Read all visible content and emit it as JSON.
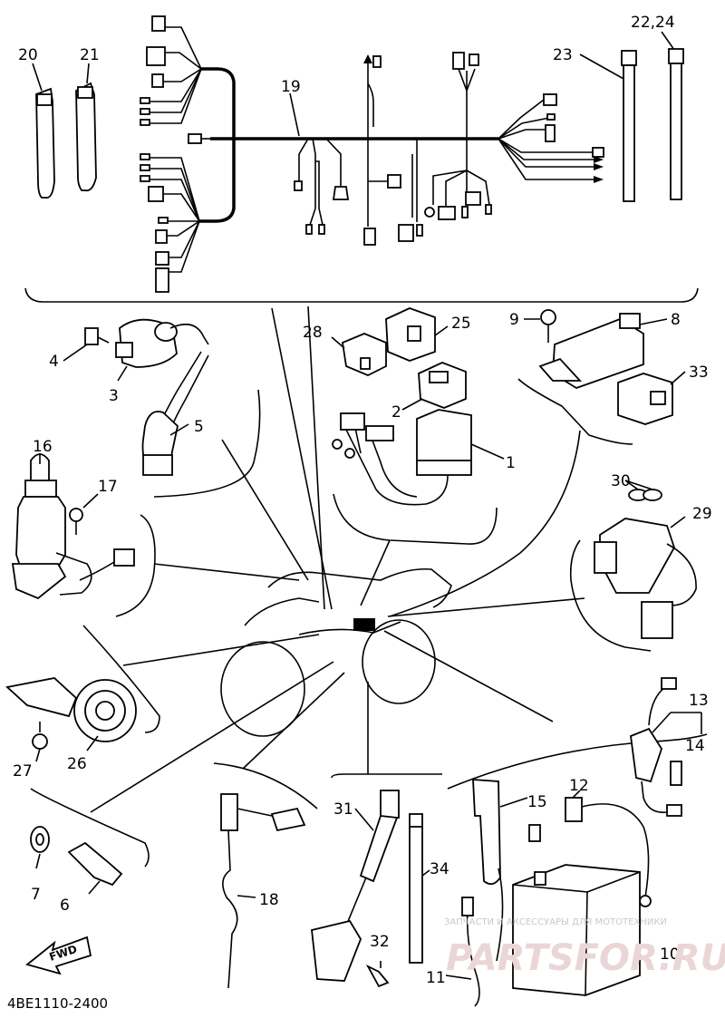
{
  "diagram": {
    "code": "4BE1110-2400",
    "fwd_label": "FWD",
    "watermark": {
      "top": "ЗАПЧАСТИ И АКСЕССУАРЫ ДЛЯ МОТОТЕХНИКИ",
      "brand": "PARTSFOR.RU"
    },
    "callouts": {
      "c1": "1",
      "c2": "2",
      "c3": "3",
      "c4": "4",
      "c5": "5",
      "c6": "6",
      "c7": "7",
      "c8": "8",
      "c9": "9",
      "c10": "10",
      "c11": "11",
      "c12": "12",
      "c13": "13",
      "c14": "14",
      "c15": "15",
      "c16": "16",
      "c17": "17",
      "c18": "18",
      "c19": "19",
      "c20": "20",
      "c21": "21",
      "c2224": "22,24",
      "c23": "23",
      "c25": "25",
      "c26": "26",
      "c27": "27",
      "c28": "28",
      "c29": "29",
      "c30": "30",
      "c31": "31",
      "c32": "32",
      "c33": "33",
      "c34": "34"
    }
  }
}
